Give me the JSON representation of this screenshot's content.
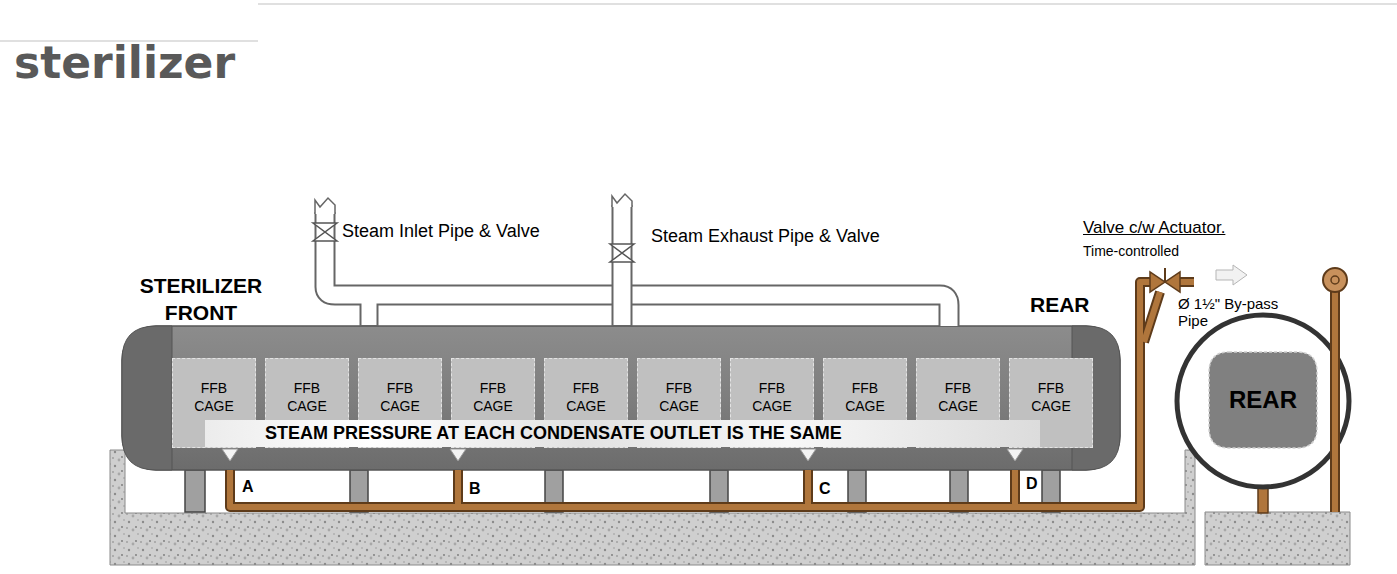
{
  "diagram": {
    "title": "sterilizer",
    "nodes": [
      {
        "text": [
          "FFB CAGE"
        ]
      },
      {
        "text": [
          "FFB CAGE"
        ]
      },
      {
        "text": [
          "FFB CAGE"
        ]
      },
      {
        "text": [
          "FFB CAGE"
        ]
      },
      {
        "text": [
          "FFB CAGE"
        ]
      },
      {
        "text": [
          "FFB CAGE"
        ]
      },
      {
        "text": [
          "FFB CAGE"
        ]
      },
      {
        "text": [
          "FFB CAGE"
        ]
      },
      {
        "text": [
          "FFB CAGE"
        ]
      },
      {
        "text": [
          "FFB CAGE"
        ]
      },
      {
        "text": [
          "STEAM PRESSURE AT EACH CONDENSATE OUTLET IS THE SAME"
        ]
      },
      {
        "text": [
          "REAR"
        ]
      }
    ],
    "labels": [
      "STERILIZER FRONT",
      "REAR",
      "Steam Inlet Pipe & Valve",
      "Steam Exhaust Pipe & Valve",
      "Valve c/w Actuator.",
      "Time-controlled",
      "Ø 1½\" By-pass Pipe",
      "A",
      "B",
      "C",
      "D"
    ]
  }
}
